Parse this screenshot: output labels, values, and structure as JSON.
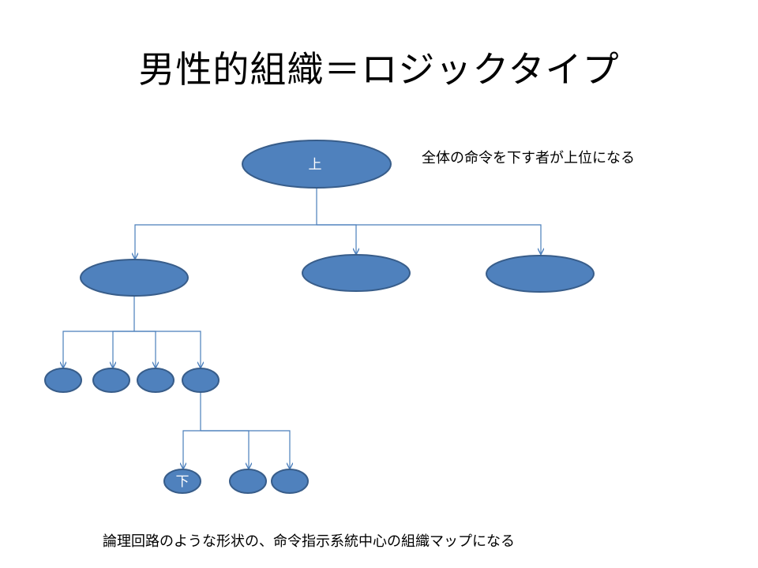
{
  "slide": {
    "title": "男性的組織＝ロジックタイプ",
    "note_top": "全体の命令を下す者が上位になる",
    "note_bottom": "論理回路のような形状の、命令指示系統中心の組織マップになる"
  },
  "diagram": {
    "nodes": {
      "root": "上",
      "level1_left": "",
      "level1_middle": "",
      "level1_right": "",
      "level2_1": "",
      "level2_2": "",
      "level2_3": "",
      "level2_4": "",
      "level3_1": "下",
      "level3_2": "",
      "level3_3": ""
    },
    "colors": {
      "node_fill": "#4f81bd",
      "node_border": "#385d8a",
      "connector": "#4a7ebb",
      "node_text": "#ffffff"
    }
  }
}
